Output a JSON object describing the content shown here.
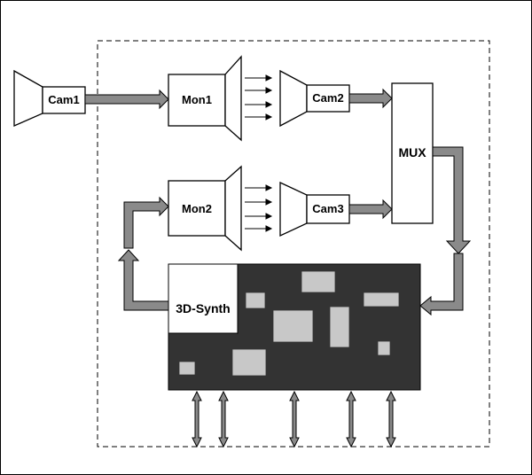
{
  "blocks": {
    "cam1": "Cam1",
    "mon1": "Mon1",
    "mon2": "Mon2",
    "cam2": "Cam2",
    "cam3": "Cam3",
    "mux": "MUX",
    "synth": "3D-Synth"
  },
  "colors": {
    "arrow_fill": "#8a8a8a",
    "board_fill": "#333333",
    "chip_fill": "#c8c8c8"
  }
}
